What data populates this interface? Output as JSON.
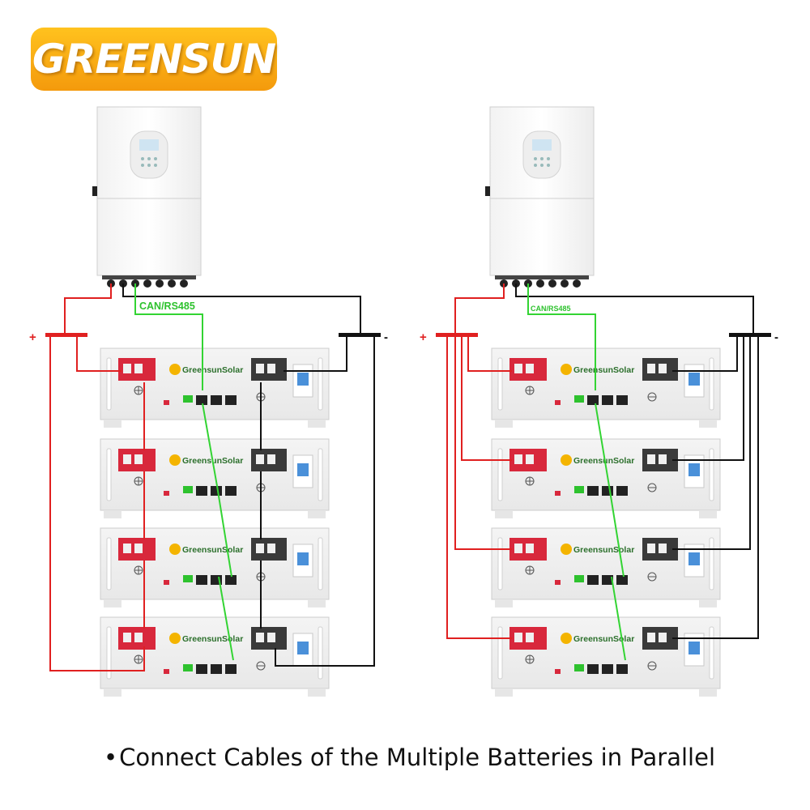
{
  "logo": {
    "text": "GREENSUN"
  },
  "caption": {
    "bullet": "•",
    "text": "Connect Cables of the Multiple Batteries in Parallel"
  },
  "left_system": {
    "comm_label": "CAN/RS485",
    "plus_label": "+",
    "minus_label": "-",
    "battery_brand": "GreensunSolar",
    "battery_count": 4
  },
  "right_system": {
    "comm_label": "CAN/RS485",
    "plus_label": "+",
    "minus_label": "-",
    "battery_brand": "GreensunSolar",
    "battery_count": 4
  },
  "colors": {
    "positive_cable": "#e02020",
    "negative_cable": "#111111",
    "comm_cable": "#33d433",
    "logo_badge": "#f7a614",
    "positive_terminal": "#d8283c",
    "negative_terminal": "#3a3a3a"
  },
  "icons": [
    "inverter-icon",
    "battery-module-icon",
    "sun-logo-icon",
    "breaker-switch-icon",
    "terminal-block-icon"
  ]
}
